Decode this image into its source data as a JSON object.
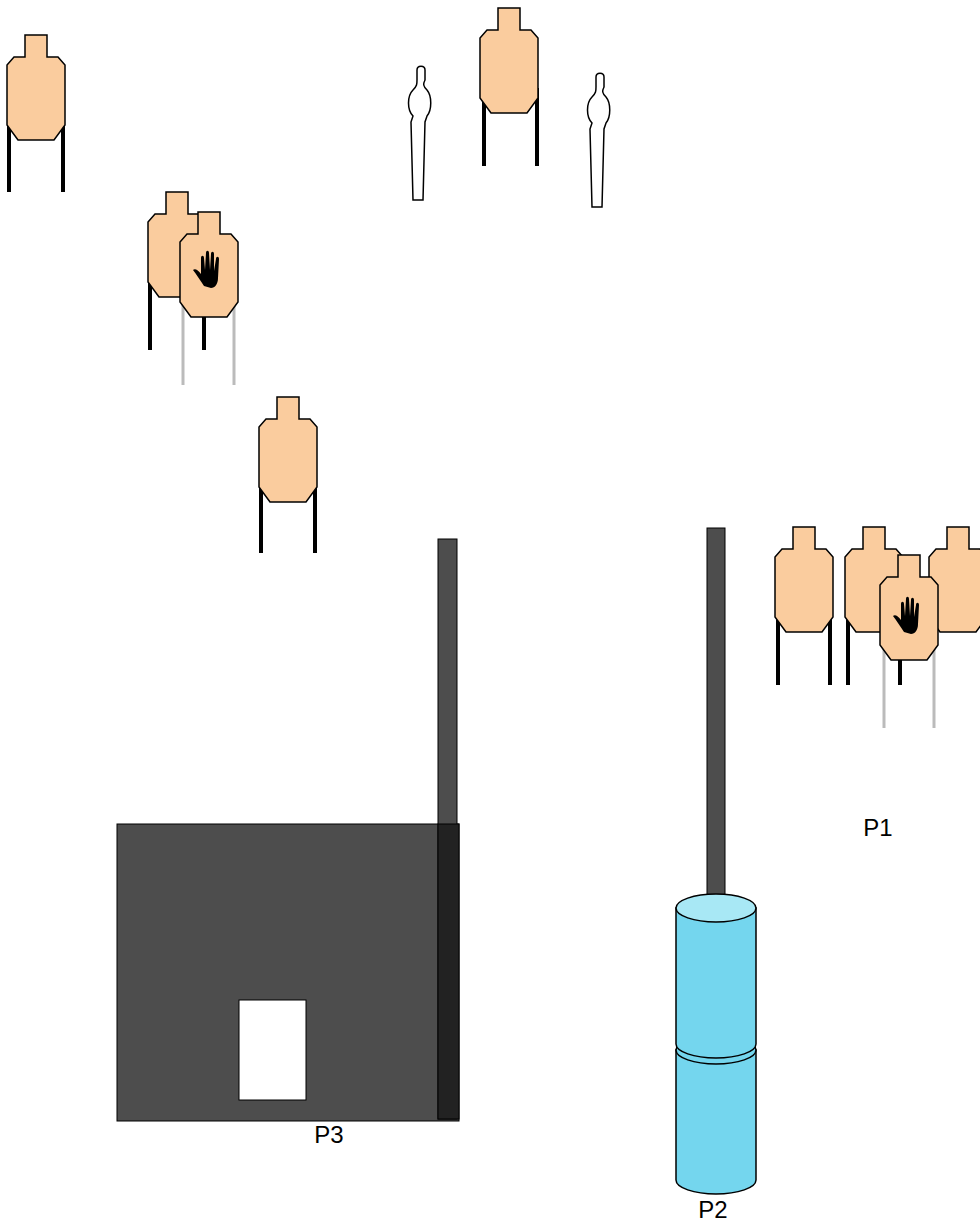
{
  "diagram": {
    "labels": [
      "P1",
      "P2",
      "P3"
    ]
  }
}
